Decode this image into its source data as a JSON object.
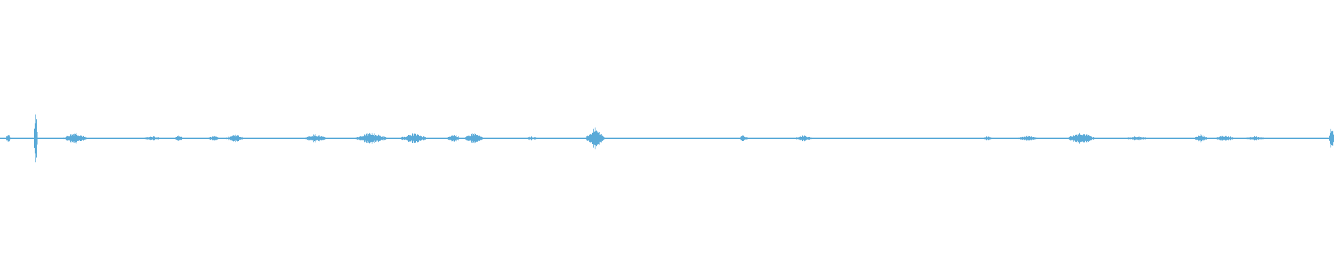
{
  "waveform": {
    "color": "#5aaad8",
    "baseline_amplitude": 0.01,
    "peak_amplitude": 0.62,
    "duration_fraction_bursts": [
      {
        "at": 0.006,
        "amplitude": 0.12,
        "width": 0.002
      },
      {
        "at": 0.0265,
        "amplitude": 0.62,
        "width": 0.0015
      },
      {
        "at": 0.056,
        "amplitude": 0.12,
        "width": 0.01
      },
      {
        "at": 0.114,
        "amplitude": 0.04,
        "width": 0.01
      },
      {
        "at": 0.134,
        "amplitude": 0.07,
        "width": 0.004
      },
      {
        "at": 0.16,
        "amplitude": 0.05,
        "width": 0.006
      },
      {
        "at": 0.176,
        "amplitude": 0.08,
        "width": 0.008
      },
      {
        "at": 0.236,
        "amplitude": 0.08,
        "width": 0.01
      },
      {
        "at": 0.278,
        "amplitude": 0.11,
        "width": 0.014
      },
      {
        "at": 0.31,
        "amplitude": 0.1,
        "width": 0.012
      },
      {
        "at": 0.34,
        "amplitude": 0.08,
        "width": 0.006
      },
      {
        "at": 0.355,
        "amplitude": 0.11,
        "width": 0.008
      },
      {
        "at": 0.398,
        "amplitude": 0.04,
        "width": 0.006
      },
      {
        "at": 0.446,
        "amplitude": 0.2,
        "width": 0.008
      },
      {
        "at": 0.557,
        "amplitude": 0.07,
        "width": 0.004
      },
      {
        "at": 0.602,
        "amplitude": 0.06,
        "width": 0.008
      },
      {
        "at": 0.74,
        "amplitude": 0.04,
        "width": 0.006
      },
      {
        "at": 0.77,
        "amplitude": 0.05,
        "width": 0.01
      },
      {
        "at": 0.81,
        "amplitude": 0.12,
        "width": 0.012
      },
      {
        "at": 0.852,
        "amplitude": 0.04,
        "width": 0.012
      },
      {
        "at": 0.9,
        "amplitude": 0.08,
        "width": 0.006
      },
      {
        "at": 0.918,
        "amplitude": 0.06,
        "width": 0.01
      },
      {
        "at": 0.94,
        "amplitude": 0.04,
        "width": 0.012
      },
      {
        "at": 0.998,
        "amplitude": 0.26,
        "width": 0.002
      }
    ]
  }
}
